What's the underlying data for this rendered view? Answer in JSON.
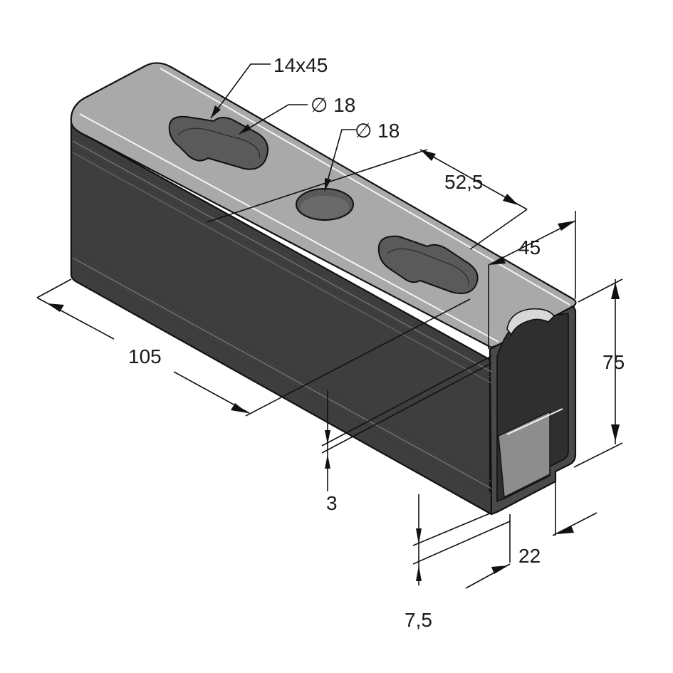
{
  "drawing": {
    "subject": "",
    "colors": {
      "top_face": "#a9a9a9",
      "side_face": "#3e3e3e",
      "end_face": "#4a4a4a",
      "hole": "#5a5a5a",
      "background": "#ffffff"
    }
  },
  "dimensions": {
    "slot": "14x45",
    "hole_a": "∅ 18",
    "hole_b": "∅ 18",
    "pitch": "52,5",
    "top_offset": "45",
    "length": "105",
    "height": "75",
    "wall": "3",
    "lip": "7,5",
    "opening": "22"
  }
}
